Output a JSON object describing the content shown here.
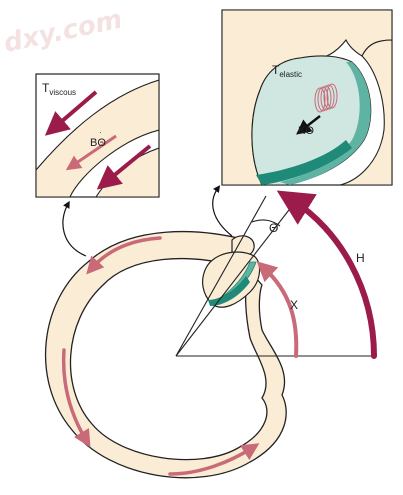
{
  "watermark": "dxy.com",
  "labels": {
    "t_viscous_main": "T",
    "t_viscous_sub": "viscous",
    "b_theta": "BΘ",
    "t_elastic_main": "T",
    "t_elastic_sub": "elastic",
    "k_theta": "KΘ",
    "theta": "Θ",
    "h": "H",
    "x": "X"
  },
  "colors": {
    "tissue": "#fbecd5",
    "outline": "#222222",
    "arrow_crimson": "#9b1b4a",
    "arrow_pink": "#c96a78",
    "teal_light": "#cfe6e1",
    "teal_mid": "#5fb3a2",
    "teal_dark": "#1f8a78"
  }
}
